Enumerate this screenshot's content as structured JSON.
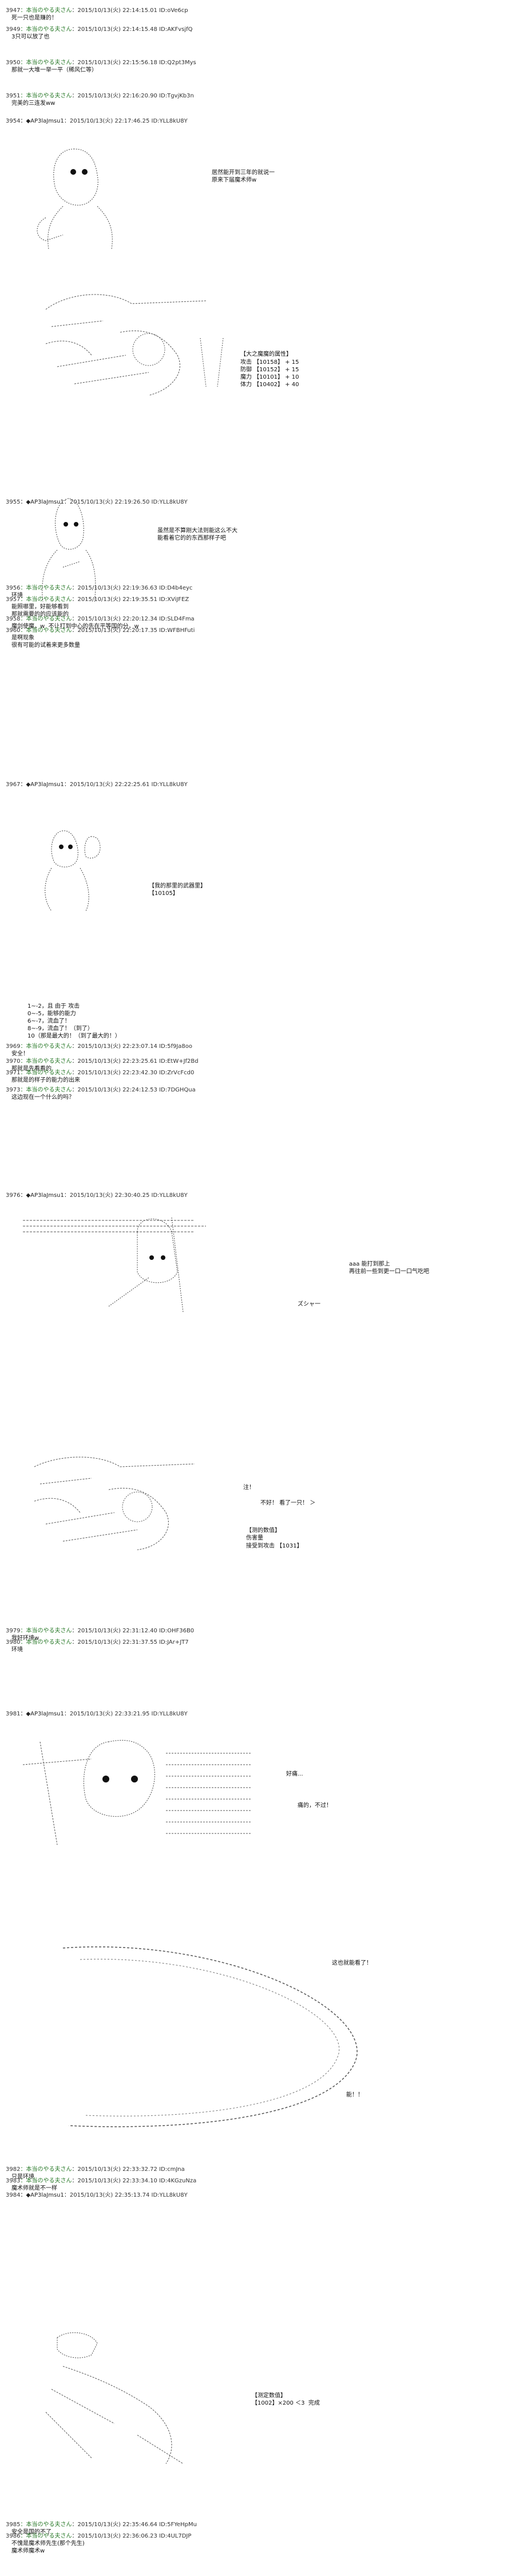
{
  "posts": [
    {
      "num": "3947",
      "name": "：本当のやる夫さん",
      "meta": "：2015/10/13(火) 22:14:15.01 ID:oVe6cp",
      "body": "死一只也是赚的！"
    },
    {
      "num": "3949",
      "name": "：本当のやる夫さん",
      "meta": "：2015/10/13(火) 22:14:15.48 ID:AKFvsjfQ",
      "body": "3只可以放了也"
    },
    {
      "num": "3950",
      "name": "：本当のやる夫さん",
      "meta": "：2015/10/13(火) 22:15:56.18 ID:Q2pt3Mys",
      "body": "那就一大堆一举一平（稀风仁等）"
    },
    {
      "num": "3951",
      "name": "：本当のやる夫さん",
      "meta": "：2015/10/13(火) 22:16:20.90 ID:TgvjKb3n",
      "body": "完美的三连发ww"
    },
    {
      "num": "3954",
      "name": "：◆AP3laJmsu1",
      "meta": "：2015/10/13(火) 22:17:46.25 ID:YLL8kU8Y",
      "body": ""
    },
    {
      "num": "3955",
      "name": "：◆AP3laJmsu1",
      "meta": "：2015/10/13(火) 22:19:26.50 ID:YLL8kU8Y",
      "body": ""
    },
    {
      "num": "3956",
      "name": "：本当のやる夫さん",
      "meta": "：2015/10/13(火) 22:19:36.63 ID:D4b4eyc",
      "body": "环境"
    },
    {
      "num": "3957",
      "name": "：本当のやる夫さん",
      "meta": "：2015/10/13(火) 22:19:35.51 ID:XViJFEZ",
      "body": "能照哪里，好能够看到\n那就需要的的应该能的"
    },
    {
      "num": "3958",
      "name": "：本当のやる夫さん",
      "meta": "：2015/10/13(火) 22:20:12.34 ID:SLD4Fma",
      "body": "魔剑使魔，w  不让打到中心的先在平等国的分，w"
    },
    {
      "num": "3960",
      "name": "：本当のやる夫さん",
      "meta": "：2015/10/13(火) 22:20:17.35 ID:WFBHFuti",
      "body": "是啊现象\n很有可能的试着来更多数量"
    },
    {
      "num": "3967",
      "name": "：◆AP3laJmsu1",
      "meta": "：2015/10/13(火) 22:22:25.61 ID:YLL8kU8Y",
      "body": ""
    },
    {
      "num": "3969",
      "name": "：本当のやる夫さん",
      "meta": "：2015/10/13(火) 22:23:07.14 ID:5f9Ja8oo",
      "body": "安全！"
    },
    {
      "num": "3970",
      "name": "：本当のやる夫さん",
      "meta": "：2015/10/13(火) 22:23:25.61 ID:EtW+Jf2Bd",
      "body": "那就是先看看的"
    },
    {
      "num": "3971",
      "name": "：本当のやる夫さん",
      "meta": "：2015/10/13(火) 22:23:42.30 ID:ZrVcFcd0",
      "body": "那就是的样子的能力的出来"
    },
    {
      "num": "3973",
      "name": "：本当のやる夫さん",
      "meta": "：2015/10/13(火) 22:24:12.53 ID:7DGHQua",
      "body": "这边现在一个什么的吗？"
    },
    {
      "num": "3976",
      "name": "：◆AP3laJmsu1",
      "meta": "：2015/10/13(火) 22:30:40.25 ID:YLL8kU8Y",
      "body": ""
    },
    {
      "num": "3979",
      "name": "：本当のやる夫さん",
      "meta": "：2015/10/13(火) 22:31:12.40 ID:OHF36B0",
      "body": "我好环境w"
    },
    {
      "num": "3980",
      "name": "：本当のやる夫さん",
      "meta": "：2015/10/13(火) 22:31:37.55 ID:JAr+JT7",
      "body": "环境"
    },
    {
      "num": "3981",
      "name": "：◆AP3laJmsu1",
      "meta": "：2015/10/13(火) 22:33:21.95 ID:YLL8kU8Y",
      "body": ""
    },
    {
      "num": "3982",
      "name": "：本当のやる夫さん",
      "meta": "：2015/10/13(火) 22:33:32.72 ID:cmJna",
      "body": "只是环境"
    },
    {
      "num": "3983",
      "name": "：本当のやる夫さん",
      "meta": "：2015/10/13(火) 22:33:34.10 ID:4KGzuNza",
      "body": "魔术师就是不一样"
    },
    {
      "num": "3984",
      "name": "：◆AP3laJmsu1",
      "meta": "：2015/10/13(火) 22:35:13.74 ID:YLL8kU8Y",
      "body": ""
    },
    {
      "num": "3985",
      "name": "：本当のやる夫さん",
      "meta": "：2015/10/13(火) 22:35:46.64 ID:5FYeHpMu",
      "body": "安全是国的不了"
    },
    {
      "num": "3986",
      "name": "：本当のやる夫さん",
      "meta": "：2015/10/13(火) 22:36:06.23 ID:4UL7DJP",
      "body": "不愧是魔术师先生(那个先生)\n魔术师魔术w"
    }
  ],
  "scenes": {
    "s1_speech": "居然能开到三年的就说一\n原来下届魔术师w",
    "s2_status_title": "【大之魔魔的属性】",
    "s2_status": "攻击 【10158】 + 15\n防御 【10152】 + 15\n魔力 【10101】 + 10\n体力 【10402】 + 40",
    "s3_speech": "虽然是不算刚大法则能这么不大\n能看着它的的东西那样子吧",
    "s4_label": "【我的那里的武器里】\n【10105】",
    "s4_options": "1~-2，且 由于 攻击\n0~-5，能够的能力\n6~-7，流血了！\n8~-9，流血了！（到了）\n10（那是最大的！（到了最大的！）",
    "s5_speech": "aaa 能打到那上\n再往前一些到更一口一口气吃吧",
    "s5_sfx": "ズシャ一",
    "s6_line1": "注！",
    "s6_line2": "不好！ 看了一只！ ＞",
    "s6_label": "【测的数值】\n伤害量",
    "s6_label2": "接受到攻击 【1031】",
    "s7_speech1": "好痛...",
    "s7_speech2": "痛的，不过！",
    "s8_speech1": "这也就能看了！",
    "s8_speech2": "能！！",
    "s9_label": "【测定数值】\n【1002】×200 ＜3  完成"
  }
}
